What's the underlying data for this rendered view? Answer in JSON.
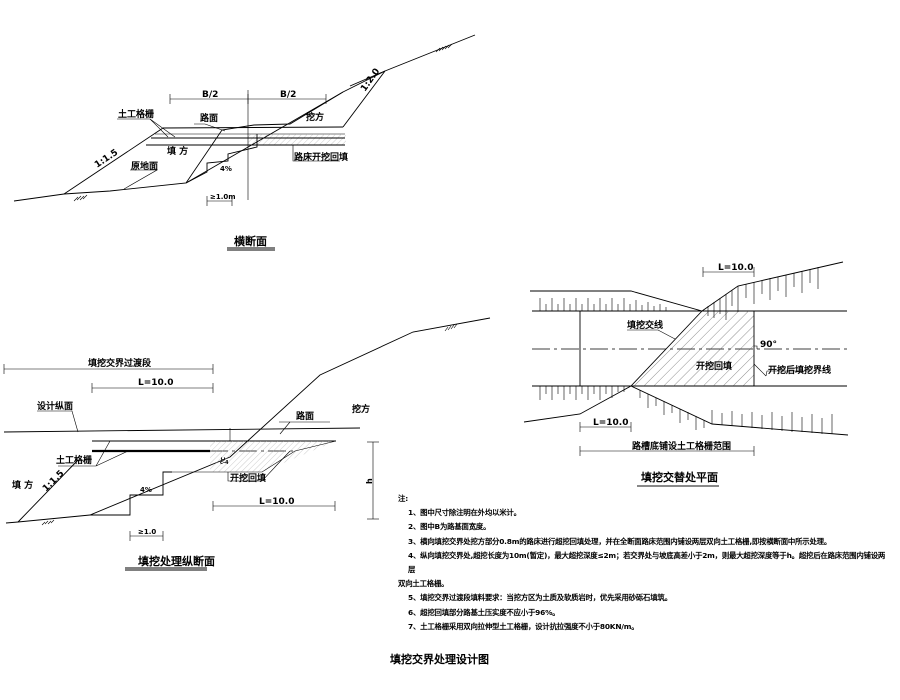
{
  "cross_section": {
    "title": "横断面",
    "dim_left": "B/2",
    "dim_right": "B/2",
    "label_geogrid": "土工格栅",
    "label_pavement": "路面",
    "label_cut": "挖方",
    "label_fill": "填 方",
    "label_subgrade_backfill": "路床开挖回填",
    "label_ground": "原地面",
    "slope_fill": "1:1.5",
    "slope_cut": "1:2.0",
    "step_slope": "4%",
    "step_width": "≥1.0m"
  },
  "longitudinal_section": {
    "title": "填挖处理纵断面",
    "transition_label": "填挖交界过渡段",
    "dim_L_top": "L=10.0",
    "dim_L_bottom": "L=10.0",
    "label_design_profile": "设计纵面",
    "label_pavement": "路面",
    "label_cut": "挖方",
    "label_geogrid": "土工格栅",
    "label_fill": "填 方",
    "slope_fill": "1:1.5",
    "step_slope": "4%",
    "label_excavate_backfill": "开挖回填",
    "label_c": "c",
    "label_c_note": "c-4",
    "label_h": "h",
    "step_width": "≥1.0"
  },
  "plan_view": {
    "title": "填挖交替处平面",
    "dim_L_top": "L=10.0",
    "dim_L_bottom": "L=10.0",
    "label_fill_cut_line": "填挖交线",
    "label_excavate_backfill": "开挖回填",
    "label_angle": "90°",
    "label_boundary": "开挖后填挖界线",
    "label_geogrid_range": "路槽底铺设土工格栅范围"
  },
  "notes": {
    "heading": "注:",
    "items": [
      "1、图中尺寸除注明在外均以米计。",
      "2、图中B为路基面宽度。",
      "3、横向填挖交界处挖方部分0.8m的路床进行超挖回填处理，并在全断面路床范围内铺设两层双向土工格栅,即按横断面中所示处理。",
      "4、纵向填挖交界处,超挖长度为10m(暂定)，最大超挖深度≤2m；若交界处与坡底高差小于2m，则最大超挖深度等于h。超挖后在路床范围内铺设两层",
      "双向土工格栅。",
      "5、填挖交界过渡段填料要求：当挖方区为土质及软质岩时，优先采用砂砾石填筑。",
      "6、超挖回填部分路基土压实度不应小于96%。",
      "7、土工格栅采用双向拉伸型土工格栅，设计抗拉强度不小于80KN/m。"
    ]
  },
  "drawing_title": "填挖交界处理设计图"
}
